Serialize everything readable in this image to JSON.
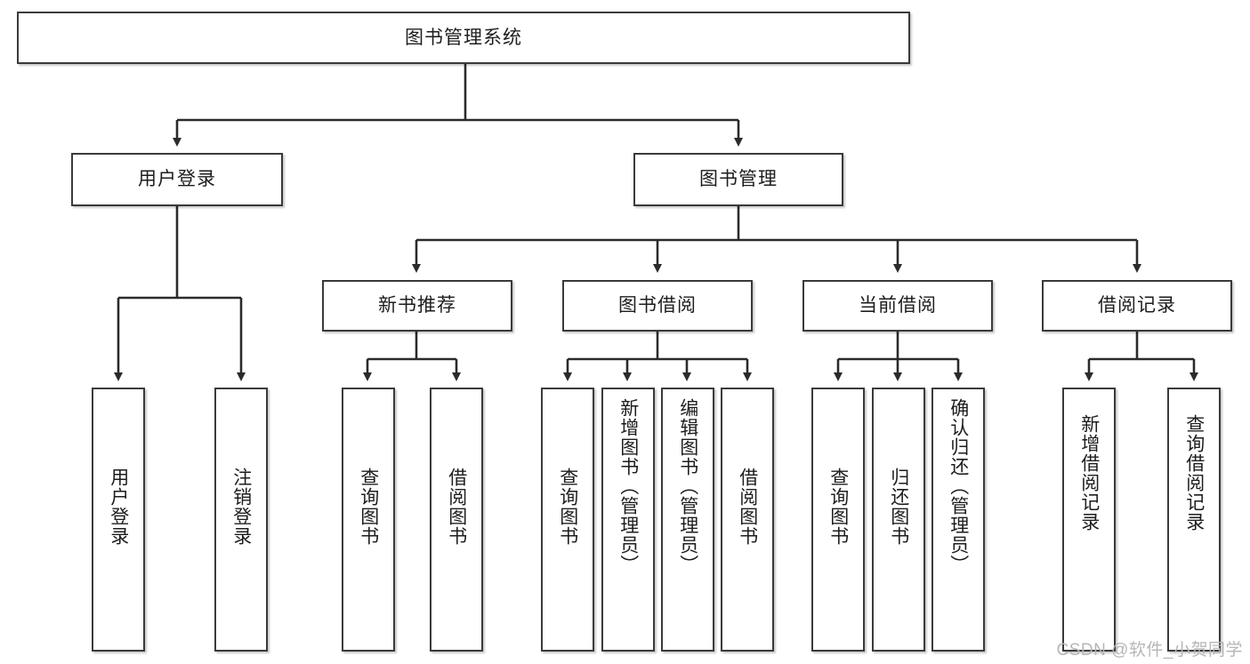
{
  "diagram": {
    "title": "图书管理系统",
    "watermark": "CSDN @软件_小贺同学",
    "colors": {
      "background": "#ffffff",
      "box_border": "#3a3a3a",
      "box_fill": "#ffffff",
      "line": "#2b2b2b",
      "text": "#1d1d1d",
      "watermark": "#b6b6b6"
    },
    "root": {
      "label": "图书管理系统"
    },
    "level2": [
      {
        "label": "用户登录"
      },
      {
        "label": "图书管理"
      }
    ],
    "level3": [
      {
        "label": "新书推荐"
      },
      {
        "label": "图书借阅"
      },
      {
        "label": "当前借阅"
      },
      {
        "label": "借阅记录"
      }
    ],
    "leaves": {
      "user_login": [
        {
          "label": "用户登录"
        },
        {
          "label": "注销登录"
        }
      ],
      "new_book": [
        {
          "label": "查询图书"
        },
        {
          "label": "借阅图书"
        }
      ],
      "book_borrow": [
        {
          "label": "查询图书"
        },
        {
          "label": "新增图书（管理员）"
        },
        {
          "label": "编辑图书（管理员）"
        },
        {
          "label": "借阅图书"
        }
      ],
      "current_borrow": [
        {
          "label": "查询图书"
        },
        {
          "label": "归还图书"
        },
        {
          "label": "确认归还（管理员）"
        }
      ],
      "borrow_record": [
        {
          "label": "新增借阅记录"
        },
        {
          "label": "查询借阅记录"
        }
      ]
    }
  }
}
